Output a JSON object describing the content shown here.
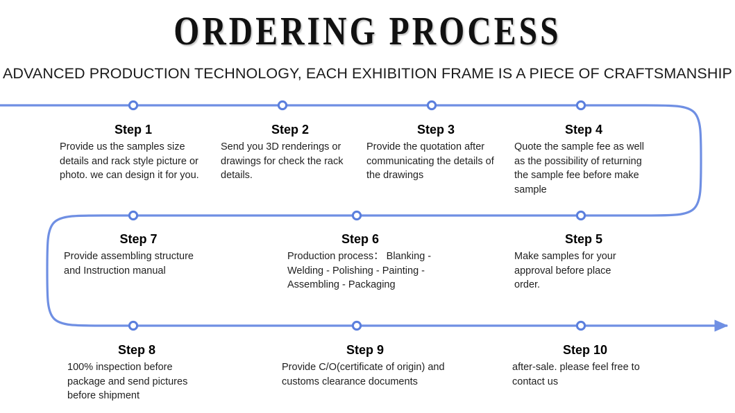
{
  "header": {
    "title": "ORDERING PROCESS",
    "subtitle": "ADVANCED PRODUCTION TECHNOLOGY, EACH EXHIBITION FRAME IS A PIECE OF CRAFTSMANSHIP"
  },
  "theme": {
    "line_color": "#6f8fe3",
    "node_fill": "#ffffff",
    "node_stroke": "#5b7fdd",
    "title_color": "#111111",
    "text_color": "#1f1f1f",
    "background": "#ffffff"
  },
  "flow": {
    "direction": "serpentine-left-to-right-then-right-to-left",
    "rows": 3,
    "arrow_end": "right-bottom",
    "node_count": 10
  },
  "steps": [
    {
      "id": "step-1",
      "title": "Step 1",
      "desc": "Provide us the samples size details and rack style picture or photo. we can design it for you.",
      "lines": [
        "Provide us the samples size",
        "details and rack style picture or",
        "photo. we can design it for you."
      ]
    },
    {
      "id": "step-2",
      "title": "Step 2",
      "desc": "Send you 3D renderings or drawings for check the rack details.",
      "lines": [
        "Send you 3D renderings or",
        "drawings for check the rack",
        "details."
      ]
    },
    {
      "id": "step-3",
      "title": "Step 3",
      "desc": "Provide the quotation after communicating the details of the drawings",
      "lines": [
        "Provide the quotation after",
        "communicating the details of",
        "the drawings"
      ]
    },
    {
      "id": "step-4",
      "title": "Step 4",
      "desc": "Quote the sample fee as well as the possibility of returning the sample fee before make sample",
      "lines": [
        "Quote the sample fee as well",
        "as the possibility of returning",
        "the sample fee before make",
        "sample"
      ]
    },
    {
      "id": "step-5",
      "title": "Step 5",
      "desc": "Make samples for your approval before place order.",
      "lines": [
        "Make samples for your",
        "approval before place",
        "order."
      ]
    },
    {
      "id": "step-6",
      "title": "Step 6",
      "desc": "Production process： Blanking - Welding - Polishing - Painting - Assembling - Packaging",
      "lines": [
        "Production process： Blanking -",
        "Welding - Polishing - Painting -",
        "Assembling - Packaging"
      ]
    },
    {
      "id": "step-7",
      "title": "Step 7",
      "desc": "Provide assembling structure and Instruction manual",
      "lines": [
        "Provide assembling structure",
        "and Instruction manual"
      ]
    },
    {
      "id": "step-8",
      "title": "Step 8",
      "desc": "100% inspection before package and send pictures before shipment",
      "lines": [
        "100% inspection before",
        "package and send pictures",
        "before shipment"
      ]
    },
    {
      "id": "step-9",
      "title": "Step 9",
      "desc": "Provide C/O(certificate of origin) and customs clearance documents",
      "lines": [
        "Provide C/O(certificate of origin) and",
        "customs clearance documents"
      ]
    },
    {
      "id": "step-10",
      "title": "Step 10",
      "desc": "after-sale. please feel free to contact us",
      "lines": [
        "after-sale. please feel free to",
        "contact us"
      ]
    }
  ]
}
